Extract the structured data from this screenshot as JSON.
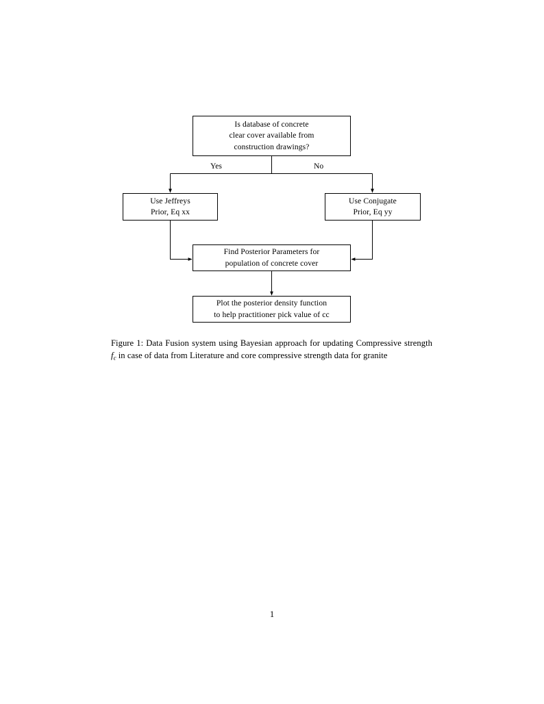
{
  "document": {
    "page_number": "1",
    "caption": {
      "label": "Figure 1:",
      "text_before_math": " Data Fusion system using Bayesian approach for updating Compressive strength ",
      "math_base": "f",
      "math_subscript": "c",
      "text_after_math": " in case of data from Literature and core compressive strength data for granite",
      "full_text": "Figure 1: Data Fusion system using Bayesian approach for updating Compressive strength f_c in case of data from Literature and core compressive strength data for granite"
    }
  },
  "flowchart": {
    "nodes": [
      {
        "id": "decision",
        "lines": [
          "Is database of concrete",
          "clear cover available from",
          "construction drawings?"
        ]
      },
      {
        "id": "jeffreys",
        "lines": [
          "Use Jeffreys",
          "Prior, Eq xx"
        ]
      },
      {
        "id": "conjugate",
        "lines": [
          "Use Conjugate",
          "Prior, Eq yy"
        ]
      },
      {
        "id": "posterior",
        "lines": [
          "Find Posterior Parameters for",
          "population of concrete cover"
        ]
      },
      {
        "id": "plot",
        "lines": [
          "Plot the posterior density function",
          "to help practitioner pick value of cc"
        ]
      }
    ],
    "edge_labels": {
      "yes": "Yes",
      "no": "No"
    },
    "colors": {
      "stroke": "#000000",
      "fill": "#ffffff",
      "text": "#000000"
    }
  }
}
